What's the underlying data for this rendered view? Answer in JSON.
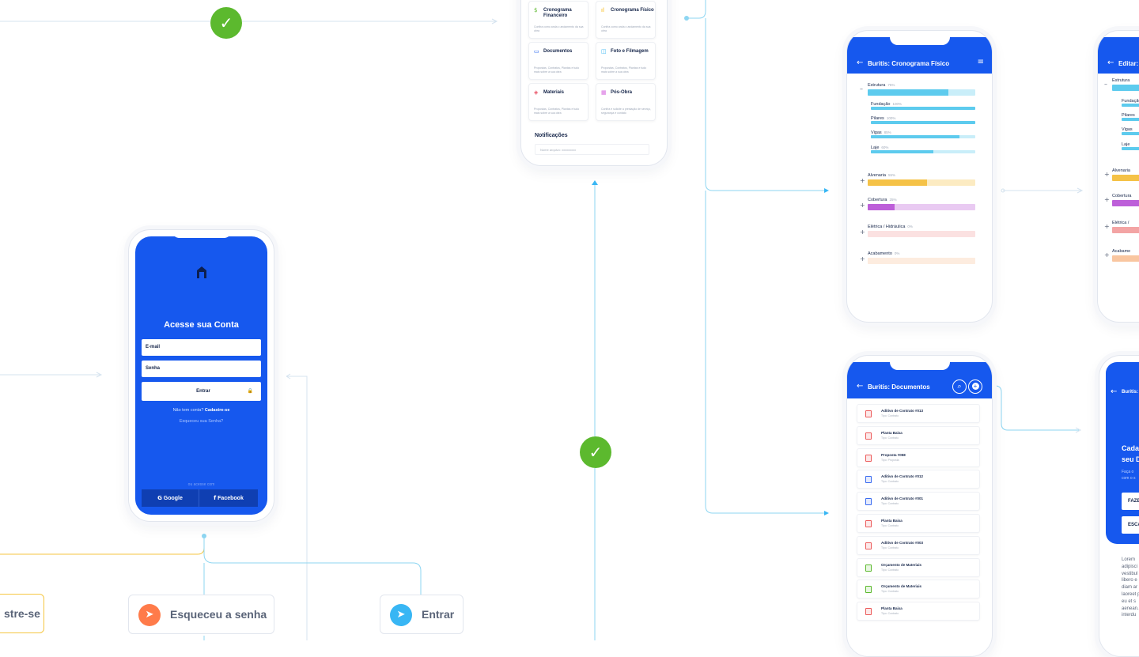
{
  "colors": {
    "primary": "#1658ee",
    "success": "#5cb92e",
    "connector": "#8ed6f2",
    "connector_yellow": "#f5c641",
    "node_orange": "#ff7b4a",
    "node_blue": "#38b6f4",
    "bar_blue": "#5dcbee",
    "bar_yellow": "#f5c247",
    "bar_purple": "#bd5fd9",
    "bar_red": "#f3a4a4",
    "bar_peach": "#f9c6a0"
  },
  "login": {
    "title": "Acesse sua Conta",
    "email_placeholder": "E-mail",
    "password_placeholder": "Senha",
    "submit_label": "Entrar",
    "signup_prompt": "Não tem conta?",
    "signup_link": "Cadastre-se",
    "forgot_link": "Esqueceu sua Senha?",
    "social_divider": "ou acesse com",
    "google_label": "Google",
    "facebook_label": "Facebook",
    "icons": [
      "logo-icon",
      "lock-icon",
      "google-icon",
      "facebook-icon"
    ]
  },
  "nodes": {
    "signup": "stre-se",
    "forgot": "Esqueceu a senha",
    "enter": "Entrar",
    "icons": [
      "send-icon"
    ]
  },
  "dashboard": {
    "cards": [
      {
        "title": "Cronograma Financeiro",
        "icon": "dollar-icon",
        "desc": "Confira como anda o andamento da sua obra"
      },
      {
        "title": "Cronograma Físico",
        "icon": "bar-chart-icon",
        "desc": "Confira como anda o andamento da sua obra"
      },
      {
        "title": "Documentos",
        "icon": "folder-icon",
        "desc": "Propostas, Contratos, Plantas e tudo mais sobre a sua obra"
      },
      {
        "title": "Foto e Filmagem",
        "icon": "camera-icon",
        "desc": "Propostas, Contratos, Plantas e tudo mais sobre a sua obra"
      },
      {
        "title": "Materiais",
        "icon": "box-icon",
        "desc": "Propostas, Contratos, Plantas e tudo mais sobre a sua obra"
      },
      {
        "title": "Pós-Obra",
        "icon": "grid-icon",
        "desc": "Confira e solicite a prestação de serviço, segurança e contato"
      }
    ],
    "notifications_title": "Notificações",
    "notification_text": "Nome arquivo: xxxxxxxxx"
  },
  "schedule": {
    "title": "Buritis: Cronograma Físico",
    "rows": [
      {
        "label": "Estrutura",
        "pct": "75%",
        "value": 75,
        "color": "blue",
        "group": true,
        "open": true
      },
      {
        "label": "Fundação",
        "pct": "100%",
        "value": 100,
        "color": "blue",
        "group": false
      },
      {
        "label": "Pilares",
        "pct": "100%",
        "value": 100,
        "color": "blue",
        "group": false
      },
      {
        "label": "Vigas",
        "pct": "85%",
        "value": 85,
        "color": "blue",
        "group": false
      },
      {
        "label": "Laje",
        "pct": "60%",
        "value": 60,
        "color": "blue",
        "group": false
      },
      {
        "label": "Alvenaria",
        "pct": "55%",
        "value": 55,
        "color": "yellow",
        "group": true,
        "open": false
      },
      {
        "label": "Cobertura",
        "pct": "25%",
        "value": 25,
        "color": "purple",
        "group": true,
        "open": false
      },
      {
        "label": "Elétrica / Hidráulica",
        "pct": "0%",
        "value": 0,
        "color": "red",
        "group": true,
        "open": false
      },
      {
        "label": "Acabamento",
        "pct": "0%",
        "value": 0,
        "color": "peach",
        "group": true,
        "open": false
      }
    ],
    "edit_title": "Editar: C",
    "edit_rows": [
      "Estrutura",
      "Fundação",
      "Pilares",
      "Vigas",
      "Laje",
      "Alvenaria",
      "Cobertura",
      "Elétrica /",
      "Acabame"
    ]
  },
  "documents": {
    "title": "Buritis: Documentos",
    "items": [
      {
        "name": "Aditivo de Contrato #013",
        "sub": "Tipo: Contrato",
        "kind": "red"
      },
      {
        "name": "Planta Baixa",
        "sub": "Tipo: Contrato",
        "kind": "red"
      },
      {
        "name": "Proposta #058",
        "sub": "Tipo: Proposta",
        "kind": "red"
      },
      {
        "name": "Aditivo de Contrato #012",
        "sub": "Tipo: Contrato",
        "kind": "blue"
      },
      {
        "name": "Aditivo de Contrato #001",
        "sub": "Tipo: Contrato",
        "kind": "blue"
      },
      {
        "name": "Planta Baixa",
        "sub": "Tipo: Contrato",
        "kind": "red"
      },
      {
        "name": "Aditivo de Contrato #003",
        "sub": "Tipo: Contrato",
        "kind": "red"
      },
      {
        "name": "Orçamento de Materiais",
        "sub": "Tipo: Contrato",
        "kind": "green"
      },
      {
        "name": "Orçamento de Materiais",
        "sub": "Tipo: Contrato",
        "kind": "green"
      },
      {
        "name": "Planta Baixa",
        "sub": "Tipo: Contrato",
        "kind": "red"
      }
    ],
    "icons": [
      "search-icon",
      "add-icon",
      "menu-icon"
    ]
  },
  "upload": {
    "title": "Buritis:",
    "heading_1": "Cada",
    "heading_2": "seu D",
    "line_1": "Faça o",
    "line_2": "com o s",
    "btn_1": "FAZE",
    "btn_2": "ESCA",
    "lorem": [
      "Lorem",
      "adipisci",
      "vestibul",
      "libero e",
      "diam ar",
      "laoreet p",
      "eu et s",
      "aenean.",
      "interdu"
    ]
  }
}
